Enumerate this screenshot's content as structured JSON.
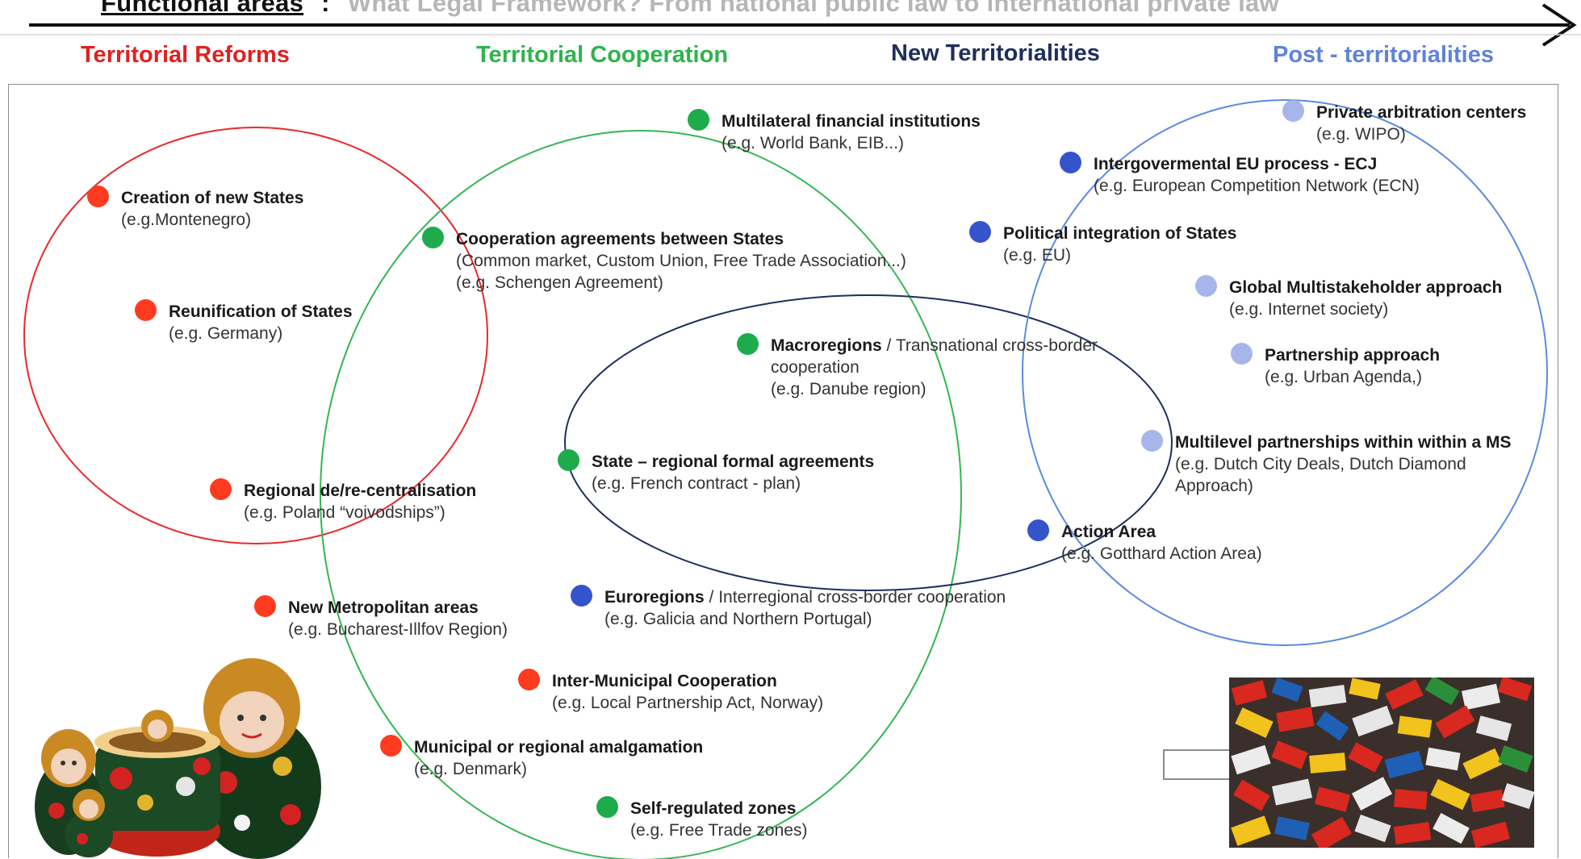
{
  "header": {
    "title_main": "Functional areas",
    "title_sep": ":",
    "title_rest": "What Legal Framework? From national public law to international private law"
  },
  "categories": {
    "territorial_reforms": "Territorial Reforms",
    "territorial_cooperation": "Territorial Cooperation",
    "new_territorialities": "New Territorialities",
    "post_territorialities": "Post - territorialities"
  },
  "colors": {
    "red": "#ff3b1f",
    "green": "#1eab4b",
    "dark_blue": "#3554cc",
    "light_blue": "#a6b6ea",
    "red_cat": "#e02121",
    "green_cat": "#2fb34e",
    "navy_cat": "#1f2f5c",
    "blue_cat": "#5f83d8"
  },
  "items": {
    "creation_states": {
      "title": "Creation of new States",
      "example": "(e.g.Montenegro)"
    },
    "reunification": {
      "title": "Reunification of States",
      "example": "(e.g. Germany)"
    },
    "regional_decentral": {
      "title": "Regional de/re-centralisation",
      "example": "(e.g. Poland “voivodships”)"
    },
    "metropolitan": {
      "title": "New Metropolitan areas",
      "example": "(e.g. Bucharest-Illfov Region)"
    },
    "inter_municipal": {
      "title": "Inter-Municipal Cooperation",
      "example": "(e.g. Local Partnership Act, Norway)"
    },
    "amalgamation": {
      "title": "Municipal or regional amalgamation",
      "example": "(e.g. Denmark)"
    },
    "multilateral": {
      "title": "Multilateral financial institutions",
      "example": "(e.g. World Bank, EIB...)"
    },
    "cooperation_agreements": {
      "title": "Cooperation agreements between States",
      "subtitle": "(Common market, Custom Union, Free Trade Association...)",
      "example": "(e.g. Schengen Agreement)"
    },
    "macroregions": {
      "title": "Macroregions",
      "subtitle": " / Transnational cross-border",
      "subtitle2": "cooperation",
      "example": "(e.g. Danube region)"
    },
    "state_regional": {
      "title": "State – regional formal agreements",
      "example": "(e.g. French contract - plan)"
    },
    "self_regulated": {
      "title": "Self-regulated zones",
      "example": "(e.g. Free Trade zones)"
    },
    "euroregions": {
      "title": "Euroregions",
      "subtitle": " / Interregional cross-border cooperation",
      "example": "(e.g. Galicia and Northern Portugal)"
    },
    "intergov_eu": {
      "title": "Intergovermental EU process - ECJ",
      "example": "(e.g. European Competition Network (ECN)"
    },
    "political_integration": {
      "title": "Political integration of States",
      "example": "(e.g. EU)"
    },
    "action_area": {
      "title": "Action Area",
      "example": "(e.g. Gotthard Action Area)"
    },
    "private_arbitration": {
      "title": "Private arbitration centers",
      "example": "(e.g. WIPO)"
    },
    "global_multistakeholder": {
      "title": "Global Multistakeholder approach",
      "example": "(e.g. Internet society)"
    },
    "partnership": {
      "title": "Partnership approach",
      "example": "(e.g. Urban Agenda,)"
    },
    "multilevel": {
      "title": "Multilevel partnerships within within a MS",
      "example": "(e.g. Dutch City Deals, Dutch Diamond Approach)"
    }
  }
}
